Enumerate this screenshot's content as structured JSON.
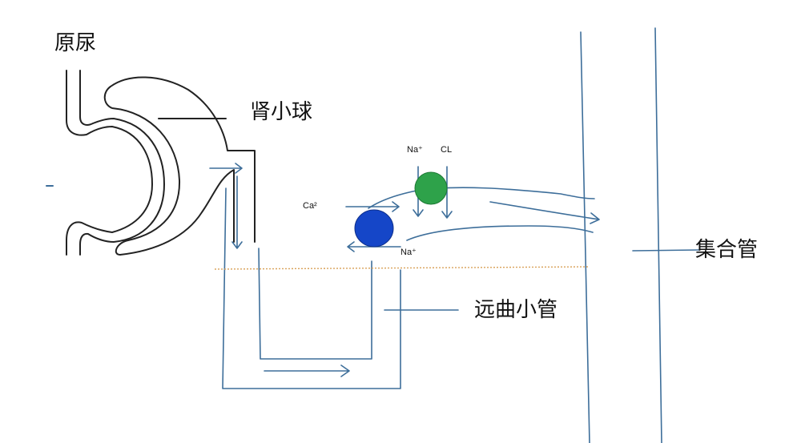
{
  "labels": {
    "primary_urine": "原尿",
    "glomerulus": "肾小球",
    "distal_tubule": "远曲小管",
    "collecting_duct": "集合管"
  },
  "ions": {
    "na_top": "Na⁺",
    "cl": "CL",
    "ca": "Ca²",
    "na_bottom": "Na⁺"
  },
  "colors": {
    "tube": "#3d6e9a",
    "glomerulus_line": "#222222",
    "green_channel": "#2ea24a",
    "blue_channel": "#1546c8",
    "dashed_line": "#d9a25a",
    "background": "#ffffff"
  }
}
